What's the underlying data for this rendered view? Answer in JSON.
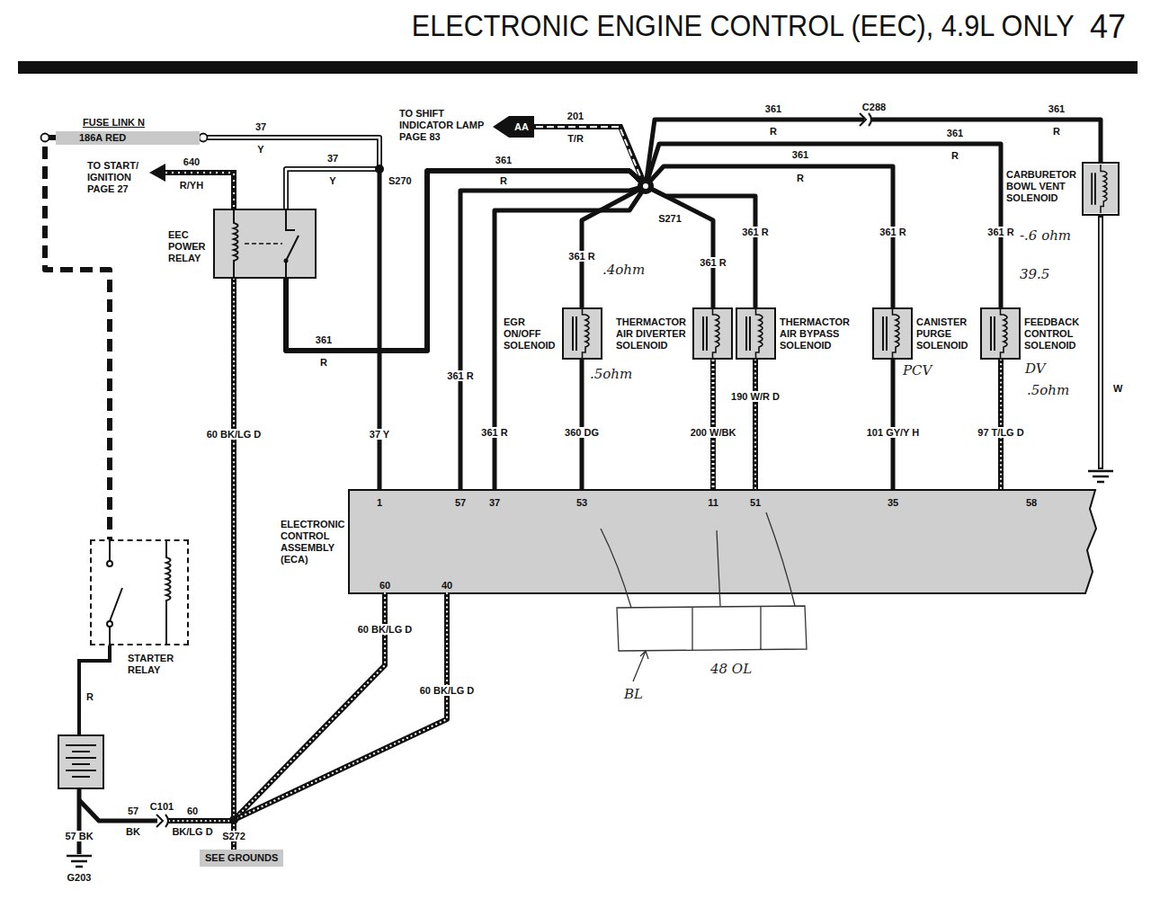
{
  "diagram": {
    "title": "ELECTRONIC ENGINE CONTROL (EEC), 4.9L ONLY",
    "nodes": [
      {
        "text": [
          "FUSE LINK N",
          "186A RED"
        ]
      },
      {
        "text": [
          "EEC POWER RELAY"
        ]
      },
      {
        "text": [
          "STARTER RELAY"
        ]
      },
      {
        "text": [
          "EGR ON/OFF SOLENOID"
        ]
      },
      {
        "text": [
          "THERMACTOR AIR DIVERTER SOLENOID"
        ]
      },
      {
        "text": [
          "THERMACTOR AIR BYPASS SOLENOID"
        ]
      },
      {
        "text": [
          "CANISTER PURGE SOLENOID"
        ]
      },
      {
        "text": [
          "FEEDBACK CONTROL SOLENOID"
        ]
      },
      {
        "text": [
          "CARBURETOR BOWL VENT SOLENOID"
        ]
      },
      {
        "text": [
          "ELECTRONIC CONTROL ASSEMBLY (ECA)"
        ]
      },
      {
        "text": [
          "SEE GROUNDS"
        ]
      }
    ],
    "edges": [
      {
        "from": 0,
        "to": 9,
        "arrow": "none"
      },
      {
        "from": 0,
        "to": 1,
        "arrow": "none"
      },
      {
        "from": 0,
        "to": 2,
        "arrow": "none"
      },
      {
        "from": 1,
        "to": 3,
        "arrow": "none"
      },
      {
        "from": 1,
        "to": 4,
        "arrow": "none"
      },
      {
        "from": 1,
        "to": 5,
        "arrow": "none"
      },
      {
        "from": 1,
        "to": 6,
        "arrow": "none"
      },
      {
        "from": 1,
        "to": 7,
        "arrow": "none"
      },
      {
        "from": 1,
        "to": 8,
        "arrow": "none"
      },
      {
        "from": 1,
        "to": 9,
        "arrow": "none"
      },
      {
        "from": 1,
        "to": 9,
        "arrow": "none"
      },
      {
        "from": 1,
        "to": 10,
        "arrow": "none"
      },
      {
        "from": 3,
        "to": 9,
        "arrow": "none"
      },
      {
        "from": 4,
        "to": 9,
        "arrow": "none"
      },
      {
        "from": 5,
        "to": 9,
        "arrow": "none"
      },
      {
        "from": 6,
        "to": 9,
        "arrow": "none"
      },
      {
        "from": 7,
        "to": 9,
        "arrow": "none"
      },
      {
        "from": 9,
        "to": 10,
        "arrow": "none"
      },
      {
        "from": 9,
        "to": 10,
        "arrow": "none"
      }
    ],
    "labels": [
      "47",
      "37",
      "Y",
      "TO START/ IGNITION PAGE 27",
      "640",
      "R/YH",
      "37",
      "Y",
      "S270",
      "TO SHIFT INDICATOR LAMP PAGE 83",
      "AA",
      "201",
      "T/R",
      "361",
      "R",
      "S271",
      "361",
      "R",
      "C288",
      "361",
      "R",
      "361",
      "R",
      "361",
      "R",
      "361 R",
      "361 R",
      "361 R",
      "361 R",
      "361 R",
      "361",
      "R",
      "60 BK/LG D",
      "37 Y",
      "361 R",
      "361 R",
      "360 DG",
      "200 W/BK",
      "190 W/R D",
      "101 GY/Y H",
      "97 T/LG D",
      "W",
      "1",
      "57",
      "37",
      "53",
      "11",
      "51",
      "35",
      "58",
      "60",
      "40",
      "60 BK/LG D",
      "60 BK/LG D",
      "R",
      "57 BK",
      "G203",
      "57",
      "BK",
      "C101",
      "60",
      "BK/LG D",
      "S272",
      ".4ohm",
      ".5ohm",
      "-.6 ohm",
      "39.5",
      "PCV",
      "DV",
      ".5ohm",
      "48 OL",
      "BL"
    ]
  }
}
